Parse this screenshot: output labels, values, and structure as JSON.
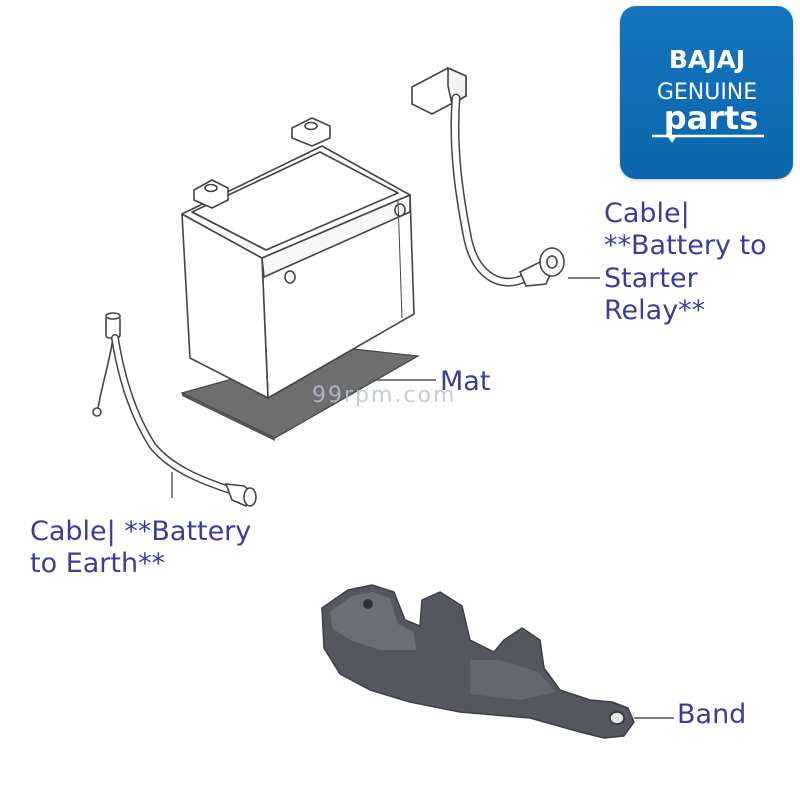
{
  "logo": {
    "brand": "BAJAJ",
    "line1": "GENUINE",
    "line2": "parts",
    "color": "#0b66ad"
  },
  "watermark": "99rpm.com",
  "parts": [
    {
      "id": "relay-cable",
      "label": "Cable|\n**Battery to\nStarter\nRelay**"
    },
    {
      "id": "mat",
      "label": "Mat"
    },
    {
      "id": "earth-cable",
      "label": "Cable|  **Battery\nto Earth**"
    },
    {
      "id": "band",
      "label": "Band"
    }
  ],
  "colors": {
    "label_text": "#3b3c9a",
    "line_art": "#444444",
    "mat_fill": "#6e6e6e",
    "band_fill": "#55575e"
  }
}
